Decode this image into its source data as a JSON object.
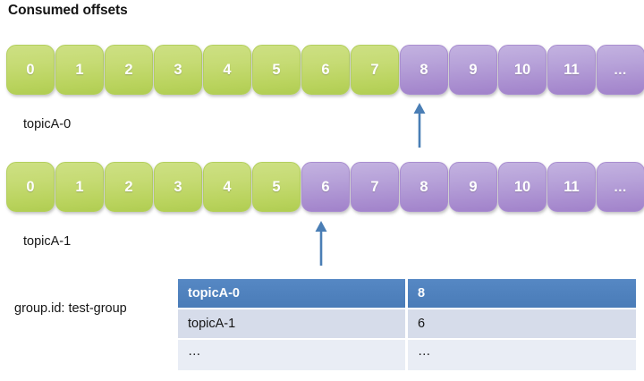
{
  "title": "Consumed offsets",
  "colors": {
    "consumed_cell": "#bdd667",
    "pending_cell": "#b09ad6",
    "arrow": "#4a7eb5",
    "table_header": "#4f81bd",
    "table_row_alt": "#d6dcea",
    "table_row_plain": "#e9edf5"
  },
  "partitions": [
    {
      "label": "topicA-0",
      "committed_offset": "8",
      "cells": [
        {
          "text": "0",
          "state": "consumed"
        },
        {
          "text": "1",
          "state": "consumed"
        },
        {
          "text": "2",
          "state": "consumed"
        },
        {
          "text": "3",
          "state": "consumed"
        },
        {
          "text": "4",
          "state": "consumed"
        },
        {
          "text": "5",
          "state": "consumed"
        },
        {
          "text": "6",
          "state": "consumed"
        },
        {
          "text": "7",
          "state": "consumed"
        },
        {
          "text": "8",
          "state": "pending"
        },
        {
          "text": "9",
          "state": "pending"
        },
        {
          "text": "10",
          "state": "pending"
        },
        {
          "text": "11",
          "state": "pending"
        },
        {
          "text": "…",
          "state": "pending"
        }
      ]
    },
    {
      "label": "topicA-1",
      "committed_offset": "6",
      "cells": [
        {
          "text": "0",
          "state": "consumed"
        },
        {
          "text": "1",
          "state": "consumed"
        },
        {
          "text": "2",
          "state": "consumed"
        },
        {
          "text": "3",
          "state": "consumed"
        },
        {
          "text": "4",
          "state": "consumed"
        },
        {
          "text": "5",
          "state": "consumed"
        },
        {
          "text": "6",
          "state": "pending"
        },
        {
          "text": "7",
          "state": "pending"
        },
        {
          "text": "8",
          "state": "pending"
        },
        {
          "text": "9",
          "state": "pending"
        },
        {
          "text": "10",
          "state": "pending"
        },
        {
          "text": "11",
          "state": "pending"
        },
        {
          "text": "…",
          "state": "pending"
        }
      ]
    }
  ],
  "group": {
    "label": "group.id: test-group"
  },
  "table": {
    "rows": [
      {
        "partition": "topicA-0",
        "offset": "8",
        "style": "header"
      },
      {
        "partition": "topicA-1",
        "offset": "6",
        "style": "alt"
      },
      {
        "partition": "…",
        "offset": "…",
        "style": "plain"
      }
    ]
  }
}
